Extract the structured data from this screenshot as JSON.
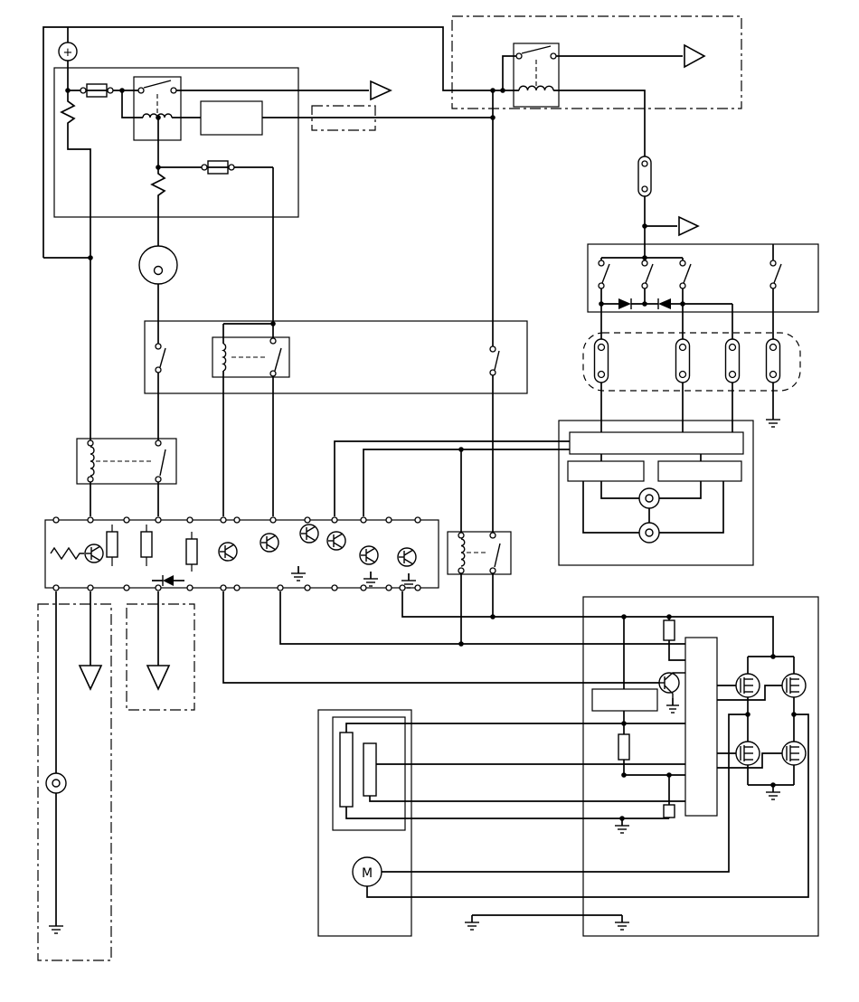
{
  "diagram": {
    "type": "automotive wiring schematic",
    "background": "#ffffff",
    "line_color": "#000000",
    "labels": {
      "motor": "M",
      "battery_polarity": "+"
    },
    "components": [
      "battery-positive-terminal",
      "main-fuse-box",
      "main-fuse",
      "circuit-breaker-1",
      "power-relay",
      "ballast-resistor",
      "fuse-2",
      "circuit-breaker-2",
      "inline-connector",
      "headlamp-relay-assembly",
      "headlamp-relay",
      "fusible-link",
      "page-reference-arrow-right-1",
      "page-reference-arrow-right-2",
      "page-reference-arrow-right-3",
      "lighting-switch-box",
      "diode-pack",
      "bulb-array",
      "ground-points",
      "combination-meter",
      "indicator-lamp-1",
      "indicator-lamp-2",
      "ignition-distributor",
      "junction-connector-block",
      "control-relay",
      "relay-module-left",
      "control-unit",
      "small-relay-module",
      "body-harness-connector-1",
      "body-harness-connector-2",
      "speed-sensor",
      "down-arrow-connector-1",
      "down-arrow-connector-2",
      "resistor-pack",
      "motor",
      "drive-module",
      "driver-ic",
      "pre-driver-transistor",
      "mosfet-h-bridge"
    ]
  }
}
